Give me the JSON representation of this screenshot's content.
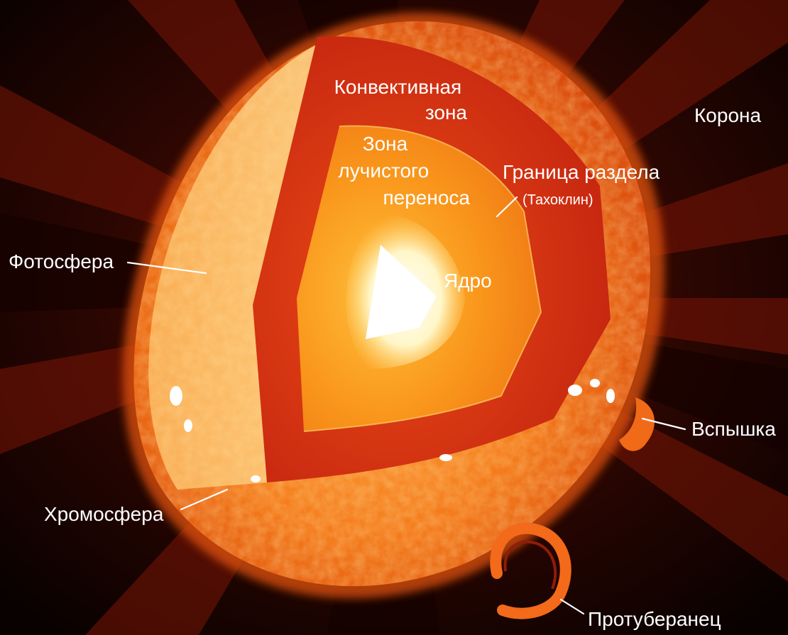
{
  "labels": {
    "convective_zone": [
      "Конвективная",
      "зона"
    ],
    "radiative_zone": [
      "Зона",
      "лучистого",
      "переноса"
    ],
    "tachocline": [
      "Граница раздела",
      "(Тахоклин)"
    ],
    "core": "Ядро",
    "corona": "Корона",
    "photosphere": "Фотосфера",
    "flare": "Вспышка",
    "chromosphere": "Хромосфера",
    "prominence": "Протуберанец"
  },
  "colors": {
    "background": "#0a0100",
    "photosphere": "#f47a1a",
    "photosphere_light": "#fdc36a",
    "convective_zone": "#d42b12",
    "radiative_zone": "#f68f18",
    "core": "#ffffff",
    "corona_ray": "#7a1506"
  }
}
